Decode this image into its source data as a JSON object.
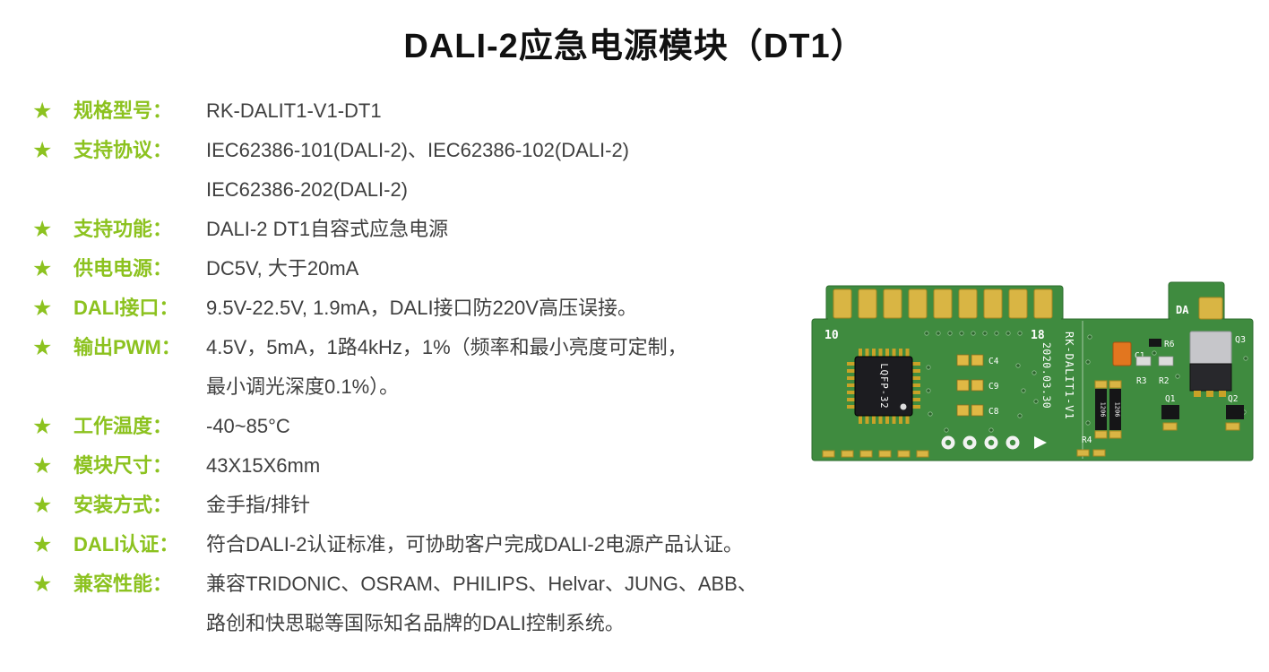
{
  "page": {
    "title": "DALI-2应急电源模块（DT1）"
  },
  "icons": {
    "star": "★"
  },
  "colors": {
    "accent_green": "#8cc21f",
    "text_dark": "#3f3f3f",
    "title_color": "#111111",
    "pcb_green": "#3f8b3f",
    "gold": "#d9b544"
  },
  "specs": [
    {
      "label": "规格型号：",
      "lines": [
        "RK-DALIT1-V1-DT1"
      ]
    },
    {
      "label": "支持协议：",
      "lines": [
        "IEC62386-101(DALI-2)、IEC62386-102(DALI-2)",
        "IEC62386-202(DALI-2)"
      ]
    },
    {
      "label": "支持功能：",
      "lines": [
        "DALI-2 DT1自容式应急电源"
      ]
    },
    {
      "label": "供电电源：",
      "lines": [
        "DC5V, 大于20mA"
      ]
    },
    {
      "label": "DALI接口：",
      "lines": [
        "9.5V-22.5V, 1.9mA，DALI接口防220V高压误接。"
      ]
    },
    {
      "label": "输出PWM：",
      "lines": [
        "4.5V，5mA，1路4kHz，1%（频率和最小亮度可定制，",
        "最小调光深度0.1%）。"
      ]
    },
    {
      "label": "工作温度：",
      "lines": [
        "-40~85°C"
      ]
    },
    {
      "label": "模块尺寸：",
      "lines": [
        "43X15X6mm"
      ]
    },
    {
      "label": "安装方式：",
      "lines": [
        "金手指/排针"
      ]
    },
    {
      "label": "DALI认证：",
      "lines": [
        "符合DALI-2认证标准，可协助客户完成DALI-2电源产品认证。"
      ]
    },
    {
      "label": "兼容性能：",
      "lines": [
        "兼容TRIDONIC、OSRAM、PHILIPS、Helvar、JUNG、ABB、",
        "路创和快思聪等国际知名品牌的DALI控制系统。"
      ]
    }
  ],
  "pcb": {
    "pin_start": "10",
    "pin_end": "18",
    "chip_label": "LQFP-32",
    "date_code": "2020.03.30",
    "board_id": "RK-DALIT1-V1",
    "silkscreen": {
      "c4": "C4",
      "c9": "C9",
      "c8": "C8",
      "c1": "C1",
      "r6": "R6",
      "r3": "R3",
      "r2": "R2",
      "r4": "R4",
      "q1": "Q1",
      "q2": "Q2",
      "q3": "Q3",
      "da": "DA",
      "res_a": "1206",
      "res_b": "1206"
    }
  }
}
